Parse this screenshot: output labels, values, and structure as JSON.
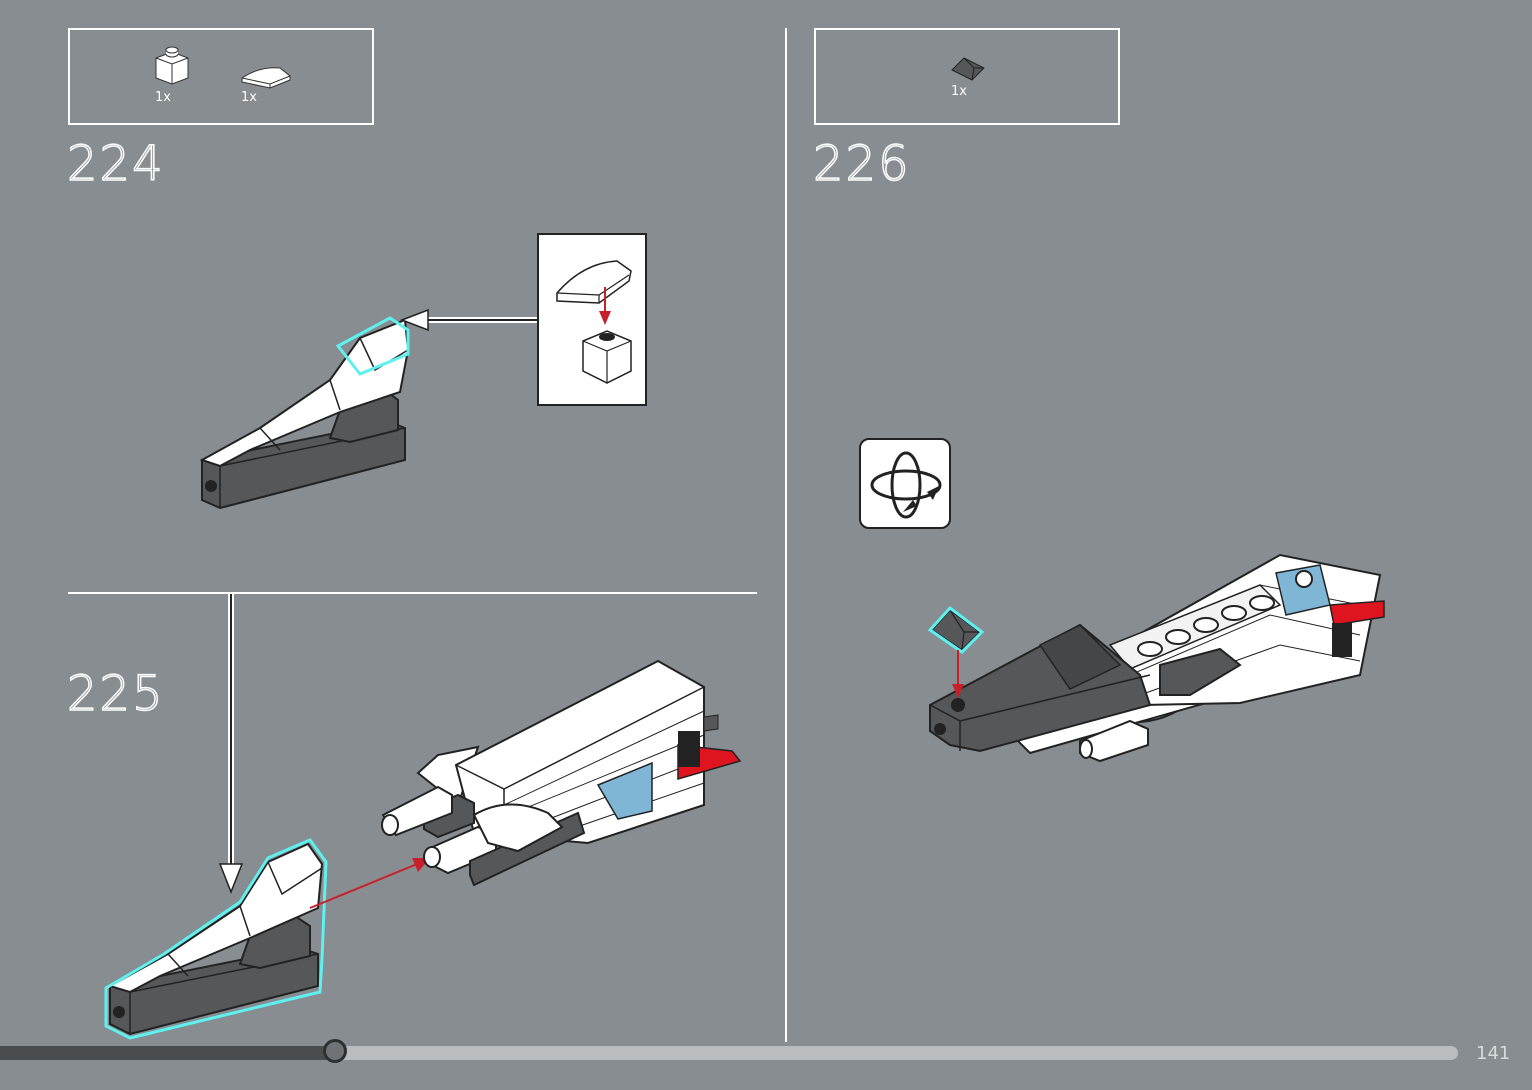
{
  "steps": [
    {
      "number": "224",
      "parts": [
        {
          "qty": "1x",
          "icon": "white-1x1-brick-icon"
        },
        {
          "qty": "1x",
          "icon": "white-curved-slope-icon"
        }
      ]
    },
    {
      "number": "225",
      "parts": []
    },
    {
      "number": "226",
      "parts": [
        {
          "qty": "1x",
          "icon": "dark-grey-slope-icon"
        }
      ]
    }
  ],
  "progress": {
    "fraction": 0.23
  },
  "page": {
    "number": "141"
  },
  "colors": {
    "background": "#878d90",
    "highlight": "#5ff0f0",
    "arrow_red": "#c8202a",
    "brick_white": "#ffffff",
    "brick_dark": "#555759",
    "brick_blue": "#7fb6d6",
    "brick_red": "#e0141e"
  },
  "icons": {
    "rotate": "rotate-model-icon"
  }
}
